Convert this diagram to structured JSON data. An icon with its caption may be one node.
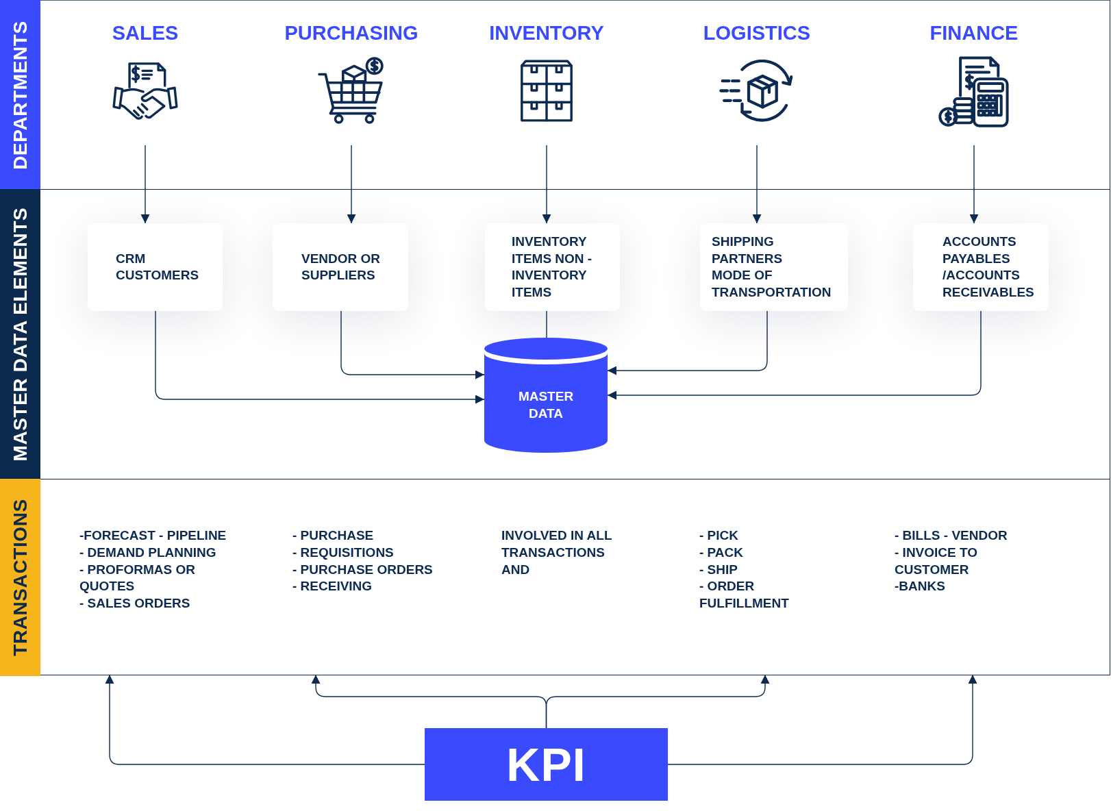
{
  "diagram": {
    "nodes": [
      {
        "text": [
          "DEPARTMENTS"
        ]
      },
      {
        "text": [
          "SALES"
        ],
        "in": 0
      },
      {
        "text": [
          "PURCHASING"
        ],
        "in": 0
      },
      {
        "text": [
          "INVENTORY"
        ],
        "in": 0
      },
      {
        "text": [
          "LOGISTICS"
        ],
        "in": 0
      },
      {
        "text": [
          "FINANCE"
        ],
        "in": 0
      },
      {
        "text": [
          "MASTER DATA ELEMENTS"
        ]
      },
      {
        "text": [
          "CRM CUSTOMERS"
        ],
        "in": 6
      },
      {
        "text": [
          "VENDOR OR SUPPLIERS"
        ],
        "in": 6
      },
      {
        "text": [
          "INVENTORY ITEMS NON - INVENTORY ITEMS"
        ],
        "in": 6
      },
      {
        "text": [
          "SHIPPING PARTNERS",
          "MODE OF TRANSPORTATION"
        ],
        "in": 6
      },
      {
        "text": [
          "ACCOUNTS PAYABLES /ACCOUNTS RECEIVABLES"
        ],
        "in": 6
      },
      {
        "text": [
          "MASTER DATA"
        ],
        "in": 6
      },
      {
        "text": [
          "TRANSACTIONS"
        ]
      },
      {
        "text": [
          "-FORECAST - PIPELINE",
          "- DEMAND PLANNING",
          "- PROFORMAS OR QUOTES",
          "- SALES ORDERS"
        ],
        "in": 13
      },
      {
        "text": [
          "- PURCHASE",
          "- REQUISITIONS",
          "- PURCHASE ORDERS",
          "- RECEIVING"
        ],
        "in": 13
      },
      {
        "text": [
          "INVOLVED IN ALL TRANSACTIONS AND"
        ],
        "in": 13
      },
      {
        "text": [
          "- PICK",
          "- PACK",
          "- SHIP",
          "- ORDER FULFILLMENT"
        ],
        "in": 13
      },
      {
        "text": [
          "- BILLS - VENDOR",
          "- INVOICE TO CUSTOMER",
          "-BANKS"
        ],
        "in": 13
      },
      {
        "text": [
          "KPI"
        ]
      }
    ],
    "edges": [
      {
        "from": 1,
        "to": 7,
        "arrow": "to"
      },
      {
        "from": 2,
        "to": 8,
        "arrow": "to"
      },
      {
        "from": 3,
        "to": 9,
        "arrow": "to"
      },
      {
        "from": 4,
        "to": 10,
        "arrow": "to"
      },
      {
        "from": 5,
        "to": 11,
        "arrow": "to"
      },
      {
        "from": 7,
        "to": 12,
        "arrow": "to"
      },
      {
        "from": 8,
        "to": 12,
        "arrow": "to"
      },
      {
        "from": 9,
        "to": 12,
        "arrow": "none"
      },
      {
        "from": 10,
        "to": 12,
        "arrow": "to"
      },
      {
        "from": 11,
        "to": 12,
        "arrow": "to"
      },
      {
        "from": 19,
        "to": 14,
        "arrow": "to"
      },
      {
        "from": 19,
        "to": 15,
        "arrow": "to"
      },
      {
        "from": 19,
        "to": 17,
        "arrow": "to"
      },
      {
        "from": 19,
        "to": 18,
        "arrow": "to"
      }
    ]
  }
}
